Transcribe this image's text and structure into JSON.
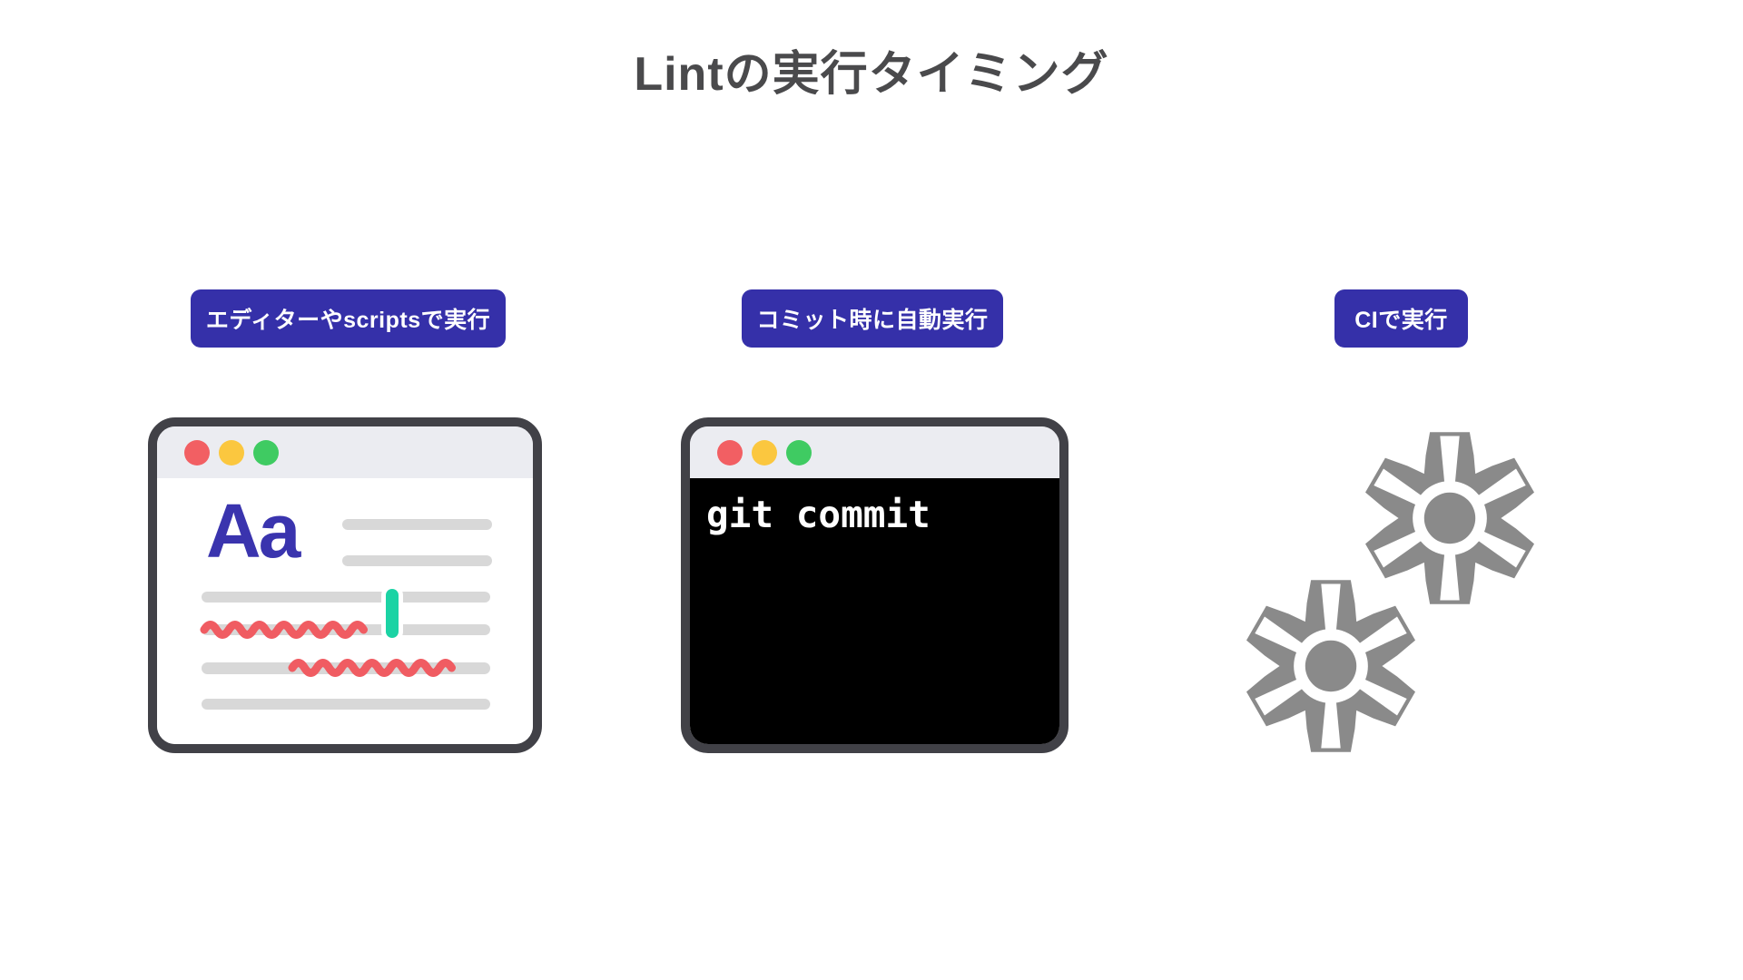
{
  "title": "Lintの実行タイミング",
  "badges": [
    {
      "label": "エディターやscriptsで実行"
    },
    {
      "label": "コミット時に自動実行"
    },
    {
      "label": "CIで実行"
    }
  ],
  "editor": {
    "sample_text": "Aa"
  },
  "terminal": {
    "command": "git commit"
  },
  "icons": [
    "traffic-light-red-icon",
    "traffic-light-yellow-icon",
    "traffic-light-green-icon",
    "gear-icon"
  ],
  "colors": {
    "background": "#ffffff",
    "title_text": "#4a4a4c",
    "badge_bg": "#3530a9",
    "badge_text": "#ffffff",
    "window_border": "#414147",
    "titlebar_bg": "#ebecf1",
    "dot_red": "#f25f63",
    "dot_yellow": "#fbc73f",
    "dot_green": "#3fcb62",
    "accent_indigo": "#3a34ae",
    "line_gray": "#d8d8d8",
    "squiggle_red": "#f05c62",
    "cursor_teal": "#1bd3a4",
    "terminal_bg": "#000000",
    "terminal_text": "#ffffff",
    "gear_gray": "#8a8a8a"
  }
}
